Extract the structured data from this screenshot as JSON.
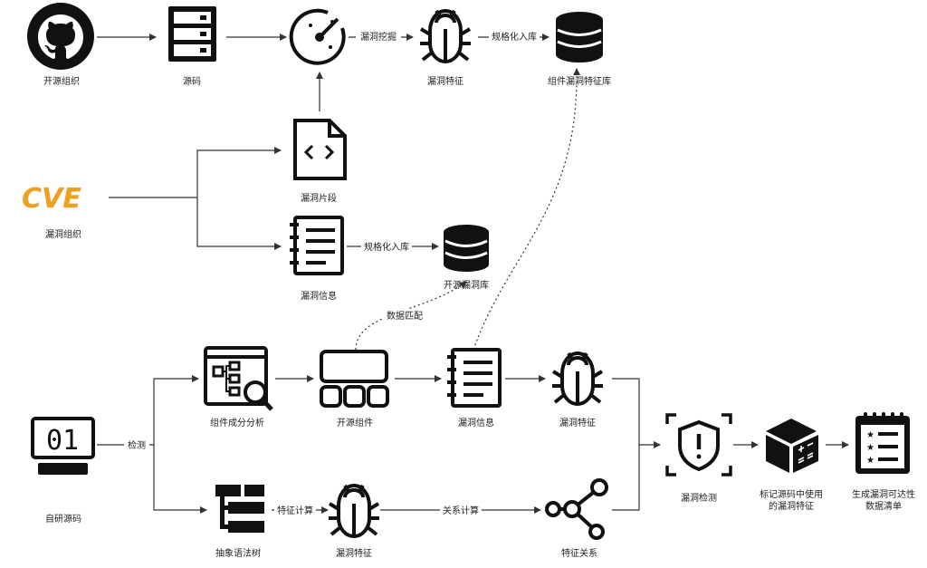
{
  "nodes": {
    "github": "开源组织",
    "source": "源码",
    "cve": "漏洞组织",
    "cve_logo": "CVE",
    "snippet": "漏洞片段",
    "vuln_info": "漏洞信息",
    "vuln_feat_top": "漏洞特征",
    "feat_db": "组件漏洞特征库",
    "vuln_db": "开源漏洞库",
    "self_code": "自研源码",
    "self_code_digits": "01",
    "sca": "组件成分分析",
    "oss_comp": "开源组件",
    "vuln_info2": "漏洞信息",
    "vuln_feat2": "漏洞特征",
    "ast": "抽象语法树",
    "vuln_feat3": "漏洞特征",
    "feat_rel": "特征关系",
    "vuln_detect": "漏洞检测",
    "mark_l1": "标记源码中使用",
    "mark_l2": "的漏洞特征",
    "report_l1": "生成漏洞可达性",
    "report_l2": "数据清单"
  },
  "edges": {
    "mining": "漏洞挖掘",
    "std1": "规格化入库",
    "std2": "规格化入库",
    "match": "数据匹配",
    "detect": "检测",
    "featcalc": "特征计算",
    "relcalc": "关系计算"
  },
  "colors": {
    "cve_orange": "#f0a020",
    "ink": "#111111",
    "line": "#333333"
  }
}
